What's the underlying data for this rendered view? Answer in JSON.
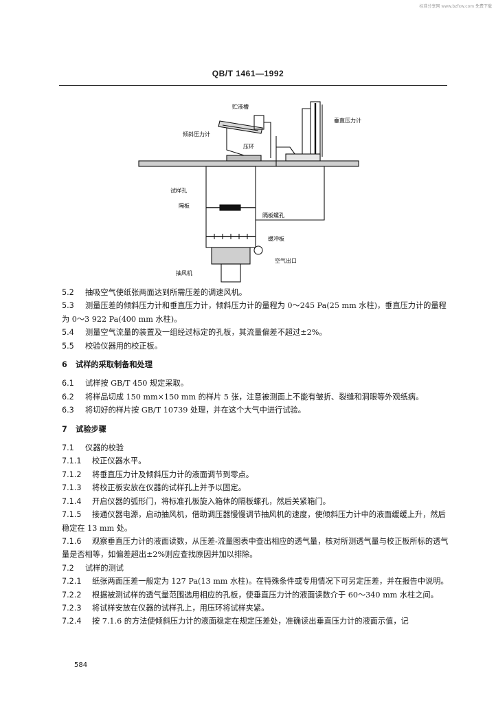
{
  "watermark": "标准分享网 www.bzfxw.com 免费下载",
  "header": {
    "code": "QB/T 1461—1992"
  },
  "figure": {
    "labels": {
      "reservoir": "贮液槽",
      "vertical_gauge": "垂直压力计",
      "inclined_gauge": "倾斜压力计",
      "pressure_ring": "压环",
      "sample_hole": "试样孔",
      "partition": "隔板",
      "partition_hole": "隔板螺孔",
      "buffer_plate": "缓冲板",
      "air_outlet": "空气出口",
      "fan": "抽风机"
    }
  },
  "sections": [
    {
      "num": "5.2",
      "text": "抽吸空气使纸张两面达到所需压差的调速风机。"
    },
    {
      "num": "5.3",
      "text": "测量压差的倾斜压力计和垂直压力计，倾斜压力计的量程为 0～245 Pa(25 mm 水柱)，垂直压力计的量程为 0～3 922 Pa(400 mm 水柱)。"
    },
    {
      "num": "5.4",
      "text": "测量空气流量的装置及一组经过标定的孔板，其流量偏差不超过±2%。"
    },
    {
      "num": "5.5",
      "text": "校验仪器用的校正板。"
    },
    {
      "num": "6",
      "text": "试样的采取制备和处理",
      "heading": true
    },
    {
      "num": "6.1",
      "text": "试样按 GB/T 450 规定采取。"
    },
    {
      "num": "6.2",
      "text": "将样品切成 150 mm×150 mm 的样片 5 张，注意被测面上不能有皱折、裂缝和洞眼等外观纸病。"
    },
    {
      "num": "6.3",
      "text": "将切好的样片按 GB/T 10739 处理，并在这个大气中进行试验。"
    },
    {
      "num": "7",
      "text": "试验步骤",
      "heading": true
    },
    {
      "num": "7.1",
      "text": "仪器的校验"
    },
    {
      "num": "7.1.1",
      "text": "校正仪器水平。"
    },
    {
      "num": "7.1.2",
      "text": "将垂直压力计及倾斜压力计的液面调节到零点。"
    },
    {
      "num": "7.1.3",
      "text": "将校正板安放在仪器的试样孔上并予以固定。"
    },
    {
      "num": "7.1.4",
      "text": "开启仪器的弧形门，将标准孔板旋入箱体的隔板螺孔，然后关紧箱门。"
    },
    {
      "num": "7.1.5",
      "text": "接通仪器电源，启动抽风机，借助调压器慢慢调节抽风机的速度，使倾斜压力计中的液面缓缓上升，然后稳定在 13 mm 处。"
    },
    {
      "num": "7.1.6",
      "text": "观察垂直压力计的液面读数，从压差-流量图表中查出相应的透气量，核对所测透气量与校正板所标的透气量是否相等，如偏差超出±2%则应查找原因并加以排除。"
    },
    {
      "num": "7.2",
      "text": "试样的测试"
    },
    {
      "num": "7.2.1",
      "text": "纸张两面压差一般定为 127 Pa(13 mm 水柱)。在特殊条件或专用情况下可另定压差，并在报告中说明。"
    },
    {
      "num": "7.2.2",
      "text": "根据被测试样的透气量范围选用相应的孔板，使垂直压力计的液面读数介于 60～340 mm 水柱之间。"
    },
    {
      "num": "7.2.3",
      "text": "将试样安放在仪器的试样孔上，用压环将试样夹紧。"
    },
    {
      "num": "7.2.4",
      "text": "按 7.1.6 的方法使倾斜压力计的液面稳定在规定压差处，准确读出垂直压力计的液面示值，记"
    }
  ],
  "page_number": "584"
}
